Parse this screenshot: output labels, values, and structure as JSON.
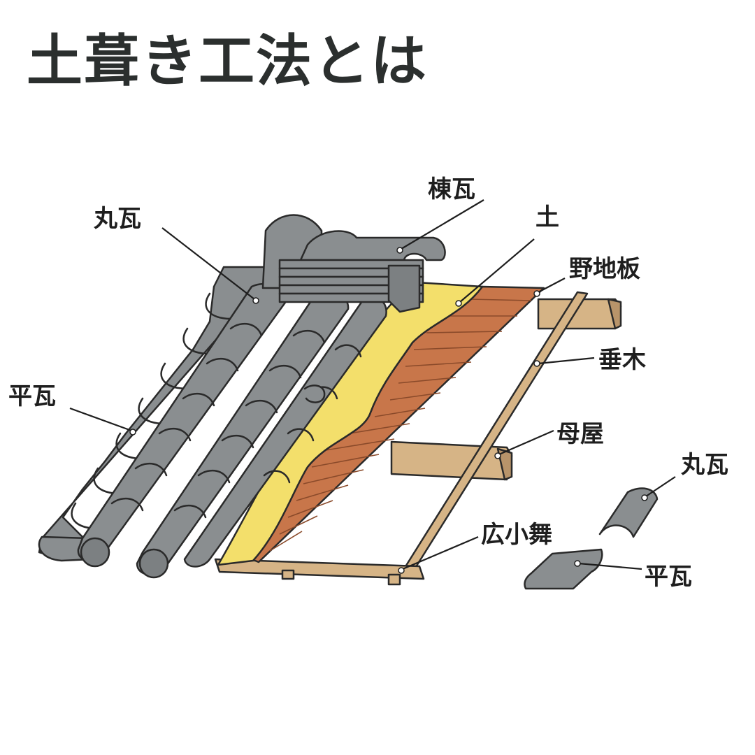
{
  "title": "土葺き工法とは",
  "labels": {
    "munagawara": "棟瓦",
    "tsuchi": "土",
    "nojiita": "野地板",
    "marugawara_top": "丸瓦",
    "taruki": "垂木",
    "hiragawara_left": "平瓦",
    "moya": "母屋",
    "marugawara_right": "丸瓦",
    "hirokomai": "広小舞",
    "hiragawara_right": "平瓦"
  },
  "colors": {
    "tile_gray": "#8a8e90",
    "tile_dark": "#6f7375",
    "earth_yellow": "#f3df6b",
    "sheathing_brown": "#c8764a",
    "timber_tan": "#d6b486",
    "ink": "#2a2a2a"
  }
}
